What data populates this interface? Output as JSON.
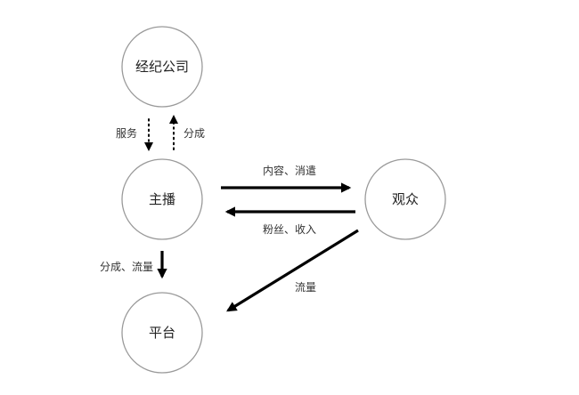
{
  "nodes": {
    "agency": "经纪公司",
    "streamer": "主播",
    "audience": "观众",
    "platform": "平台"
  },
  "edges": {
    "agency_to_streamer": "服务",
    "streamer_to_agency": "分成",
    "streamer_to_audience": "内容、消遣",
    "audience_to_streamer": "粉丝、收入",
    "streamer_to_platform": "分成、流量",
    "audience_to_platform": "流量"
  },
  "colors": {
    "circle_stroke": "#9a9a9a",
    "arrow": "#000000",
    "text": "#222222"
  }
}
